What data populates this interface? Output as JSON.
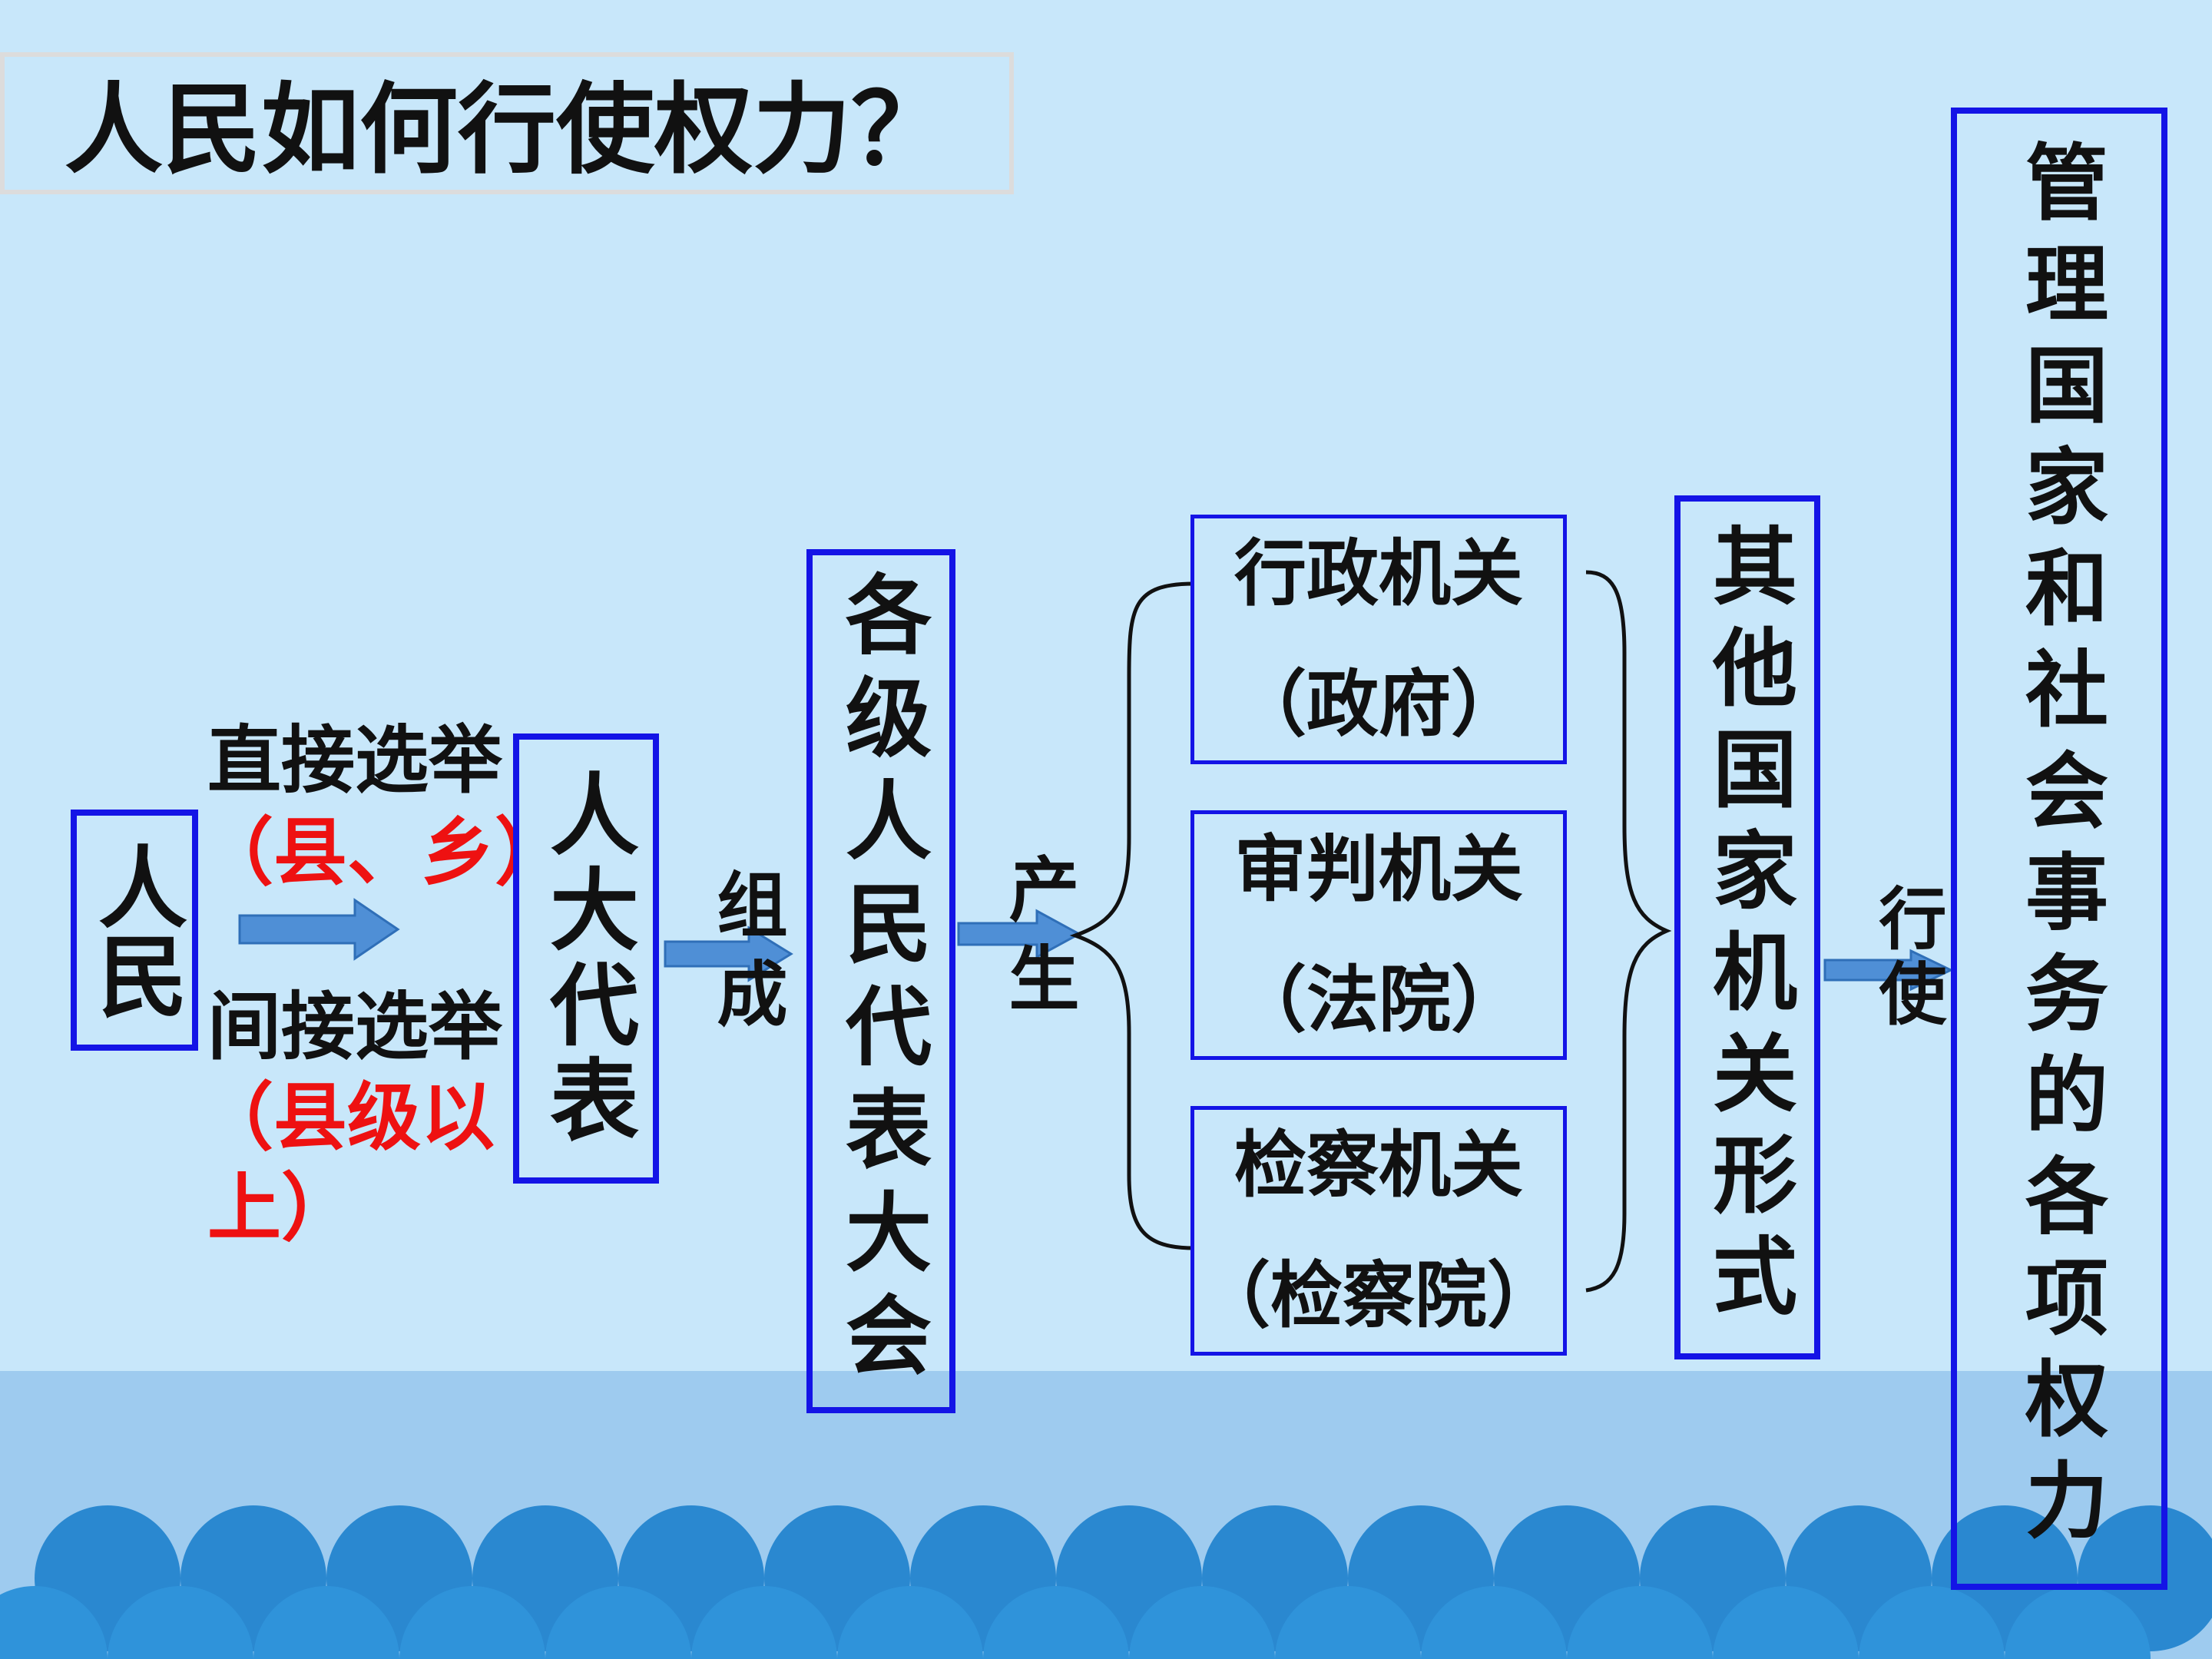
{
  "title": "人民如何行使权力？",
  "people": "人民",
  "direct_election": "直接选举",
  "direct_scope": "（县、乡）",
  "indirect_election": "间接选举",
  "indirect_scope_1": "（县级以",
  "indirect_scope_2": "上）",
  "deputies": "人大代表",
  "compose": "组成",
  "congress": "各级人民代表大会",
  "produce": "产生",
  "organs": [
    {
      "name": "行政机关",
      "sub": "（政府）"
    },
    {
      "name": "审判机关",
      "sub": "（法院）"
    },
    {
      "name": "检察机关",
      "sub": "（检察院）"
    }
  ],
  "other_forms": "其他国家机关形式",
  "exercise": "行使",
  "manage": "管理国家和社会事务的各项权力",
  "colors": {
    "box_border": "#1414e6",
    "arrow_fill": "#4f8fd6",
    "red_text": "#ee1111",
    "background": "#c8e7fa",
    "wave": "#2a88d0"
  }
}
